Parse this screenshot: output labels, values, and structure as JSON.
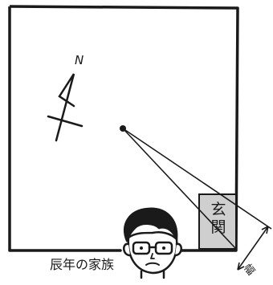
{
  "floor_plan": {
    "north_label": "N",
    "entrance_label": "玄関",
    "width_label": "幅",
    "caption": "辰年の家族"
  },
  "colors": {
    "ink": "#1a1a1a",
    "entrance_fill": "#cfcfcf",
    "background": "#ffffff",
    "face_skin": "#ffffff"
  },
  "icons": {
    "compass": "north-compass-icon",
    "person": "person-with-glasses-icon"
  }
}
